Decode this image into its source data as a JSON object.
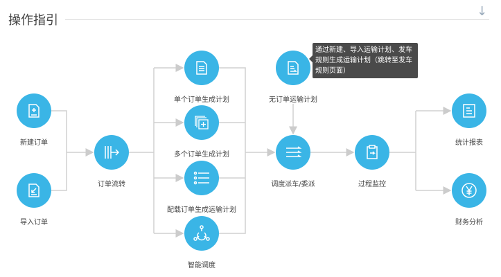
{
  "header": {
    "title": "操作指引"
  },
  "nodes": {
    "new_order": "新建订单",
    "import_order": "导入订单",
    "order_flow": "订单流转",
    "single_plan": "单个订单生成计划",
    "multi_plan": "多个订单生成计划",
    "stowage_plan": "配载订单生成运输计划",
    "smart_dispatch": "智能调度",
    "no_order_plan": "无订单运输计划",
    "dispatch": "调度派车/委派",
    "monitor": "过程监控",
    "report": "统计报表",
    "finance": "财务分析"
  },
  "tooltip": {
    "text": "通过新建、导入运输计划、发车规则生成运输计划（跳转至发车规则页面）"
  },
  "colors": {
    "accent": "#3ab5e6",
    "line": "#d0d0d0"
  }
}
